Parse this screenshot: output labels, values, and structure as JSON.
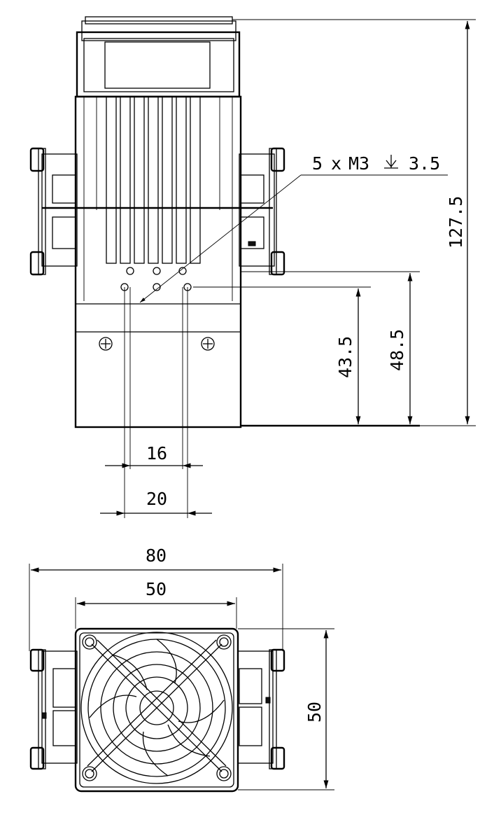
{
  "callout": {
    "count": "5",
    "times": "x",
    "thread": "M3",
    "depth_symbol": "depth-icon",
    "depth": "3.5"
  },
  "dimensions": {
    "total_height": "127.5",
    "hole_height_lower": "43.5",
    "hole_height_upper": "48.5",
    "hole_spacing_16": "16",
    "hole_spacing_20": "20",
    "overall_width": "80",
    "fan_width": "50",
    "fan_height": "50"
  }
}
